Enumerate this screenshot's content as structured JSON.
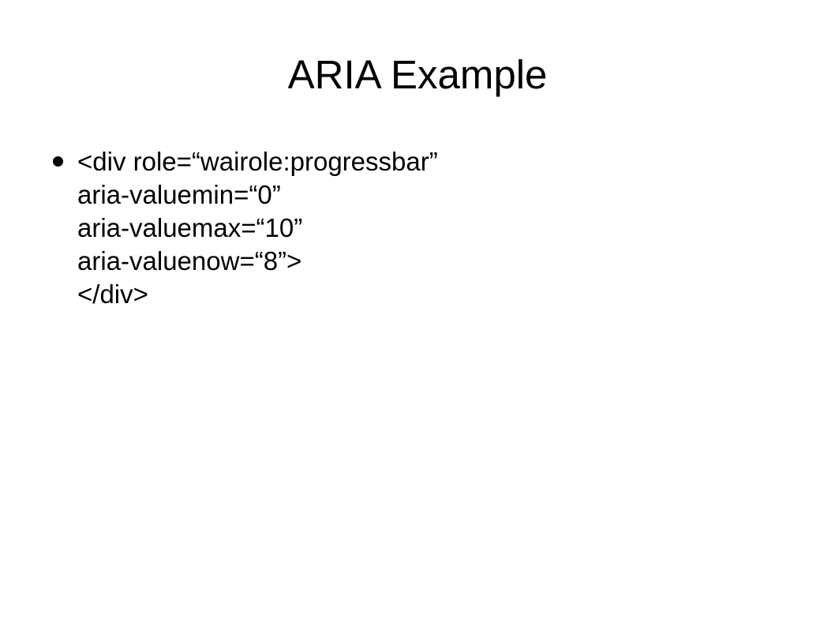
{
  "slide": {
    "title": "ARIA Example",
    "bullets": [
      {
        "lines": [
          "<div role=“wairole:progressbar”",
          "aria-valuemin=“0”",
          "aria-valuemax=“10”",
          "aria-valuenow=“8”>",
          "</div>"
        ]
      }
    ]
  }
}
